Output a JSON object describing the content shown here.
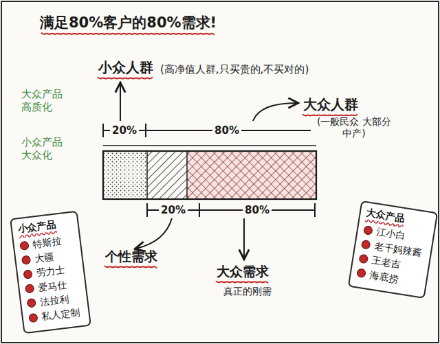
{
  "diagram": {
    "title": "满足80%客户的80%需求!",
    "nodes": [
      {
        "text": [
          "小众产品",
          "特斯拉",
          "大疆",
          "劳力士",
          "爱马仕",
          "法拉利",
          "私人定制"
        ]
      },
      {
        "text": [
          "大众产品",
          "江小白",
          "老干妈辣酱",
          "王老吉",
          "海底捞"
        ]
      }
    ],
    "labels": [
      "小众人群",
      "(高净值人群,只买贵的,不买对的)",
      "大众产品 高质化",
      "小众产品 大众化",
      "20%",
      "80%",
      "大众人群",
      "(一般民众 大部分中产)",
      "20%",
      "80%",
      "个性需求",
      "大众需求",
      "真正的刚需"
    ]
  }
}
